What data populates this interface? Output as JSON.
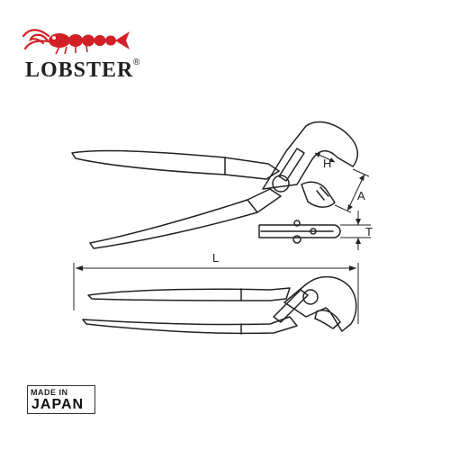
{
  "brand": {
    "name": "LOBSTER",
    "registered_mark": "®",
    "logo_icon": "lobster-icon",
    "logo_color": "#d21f26"
  },
  "dimensions": {
    "height_label": "H",
    "jaw_label": "A",
    "thickness_label": "T",
    "length_label": "L"
  },
  "badge": {
    "made_in": "MADE IN",
    "country": "JAPAN"
  }
}
